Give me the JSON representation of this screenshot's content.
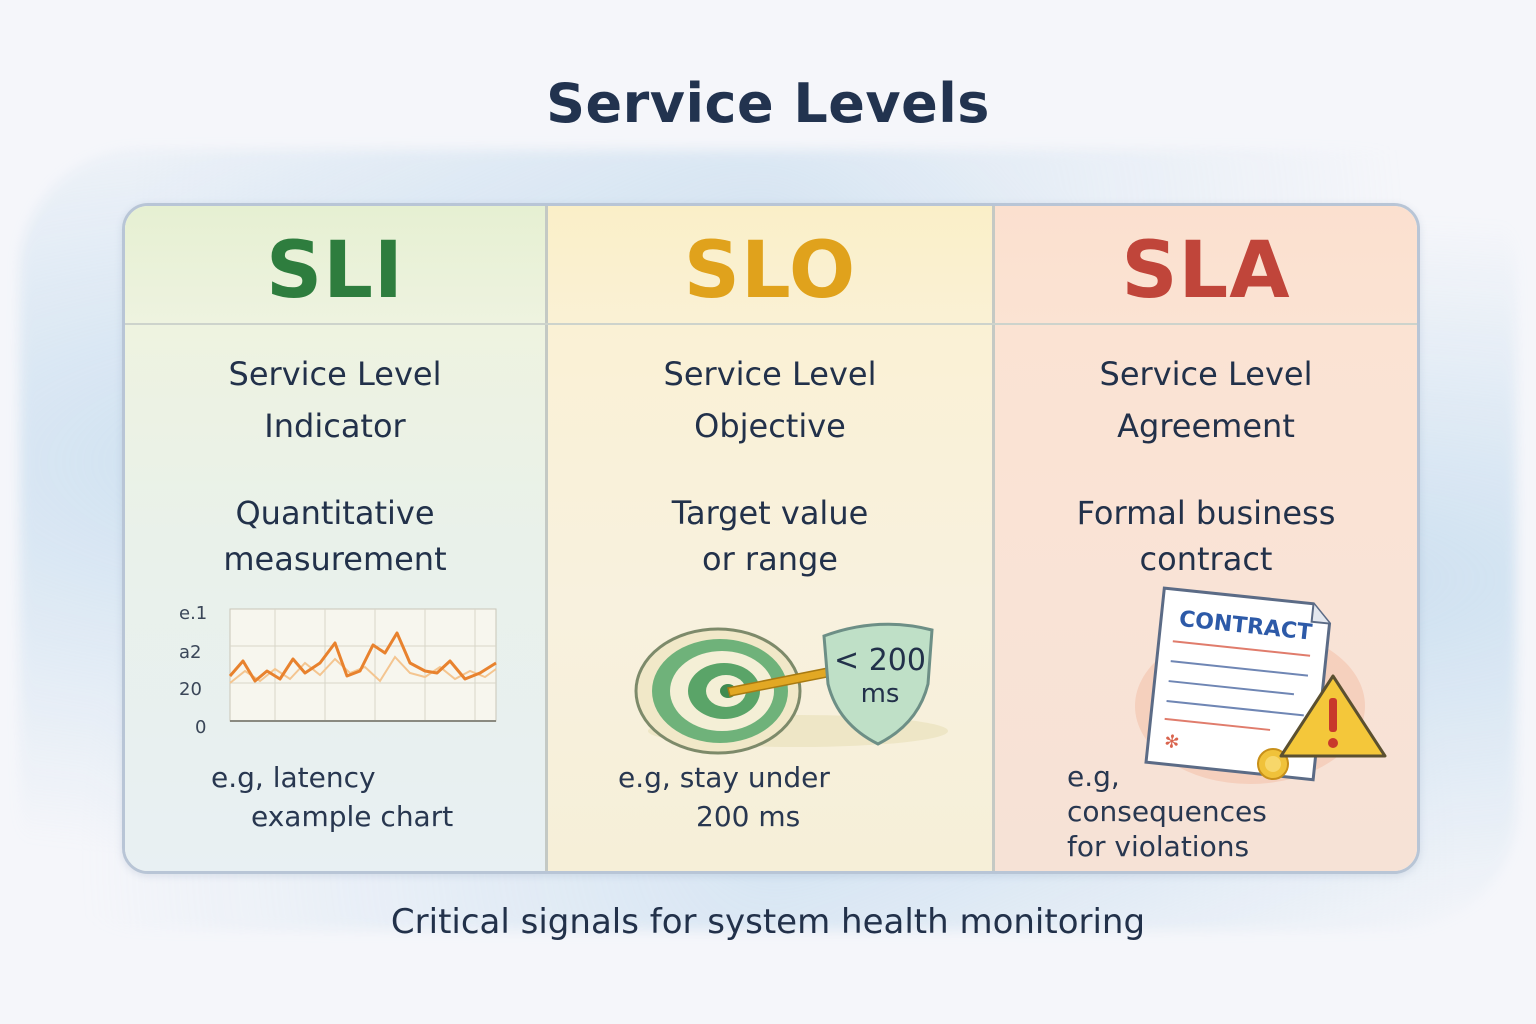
{
  "title": "Service Levels",
  "footer": "Critical signals for system health monitoring",
  "colors": {
    "sli": "#2e7d3e",
    "slo": "#e0a21c",
    "sla": "#c0453a",
    "text": "#22314a"
  },
  "columns": [
    {
      "abbr": "SLI",
      "line1": "Service Level",
      "line2": "Indicator",
      "desc1": "Quantitative",
      "desc2": "measurement",
      "ex1": "e.g, latency",
      "ex2": "example chart",
      "icon": "line-chart-icon",
      "chart_ticks": [
        "e.1",
        "a2",
        "20",
        "0"
      ]
    },
    {
      "abbr": "SLO",
      "line1": "Service Level",
      "line2": "Objective",
      "desc1": "Target value",
      "desc2": "or range",
      "ex1": "e.g, stay under",
      "ex2": "200 ms",
      "icon": "target-shield-icon",
      "badge1": "< 200",
      "badge2": "ms"
    },
    {
      "abbr": "SLA",
      "line1": "Service Level",
      "line2": "Agreement",
      "desc1": "Formal business",
      "desc2": "contract",
      "ex1": "e.g,",
      "ex2": "consequences",
      "ex3": "for violations",
      "icon": "contract-warning-icon",
      "doc_label": "CONTRACT"
    }
  ]
}
